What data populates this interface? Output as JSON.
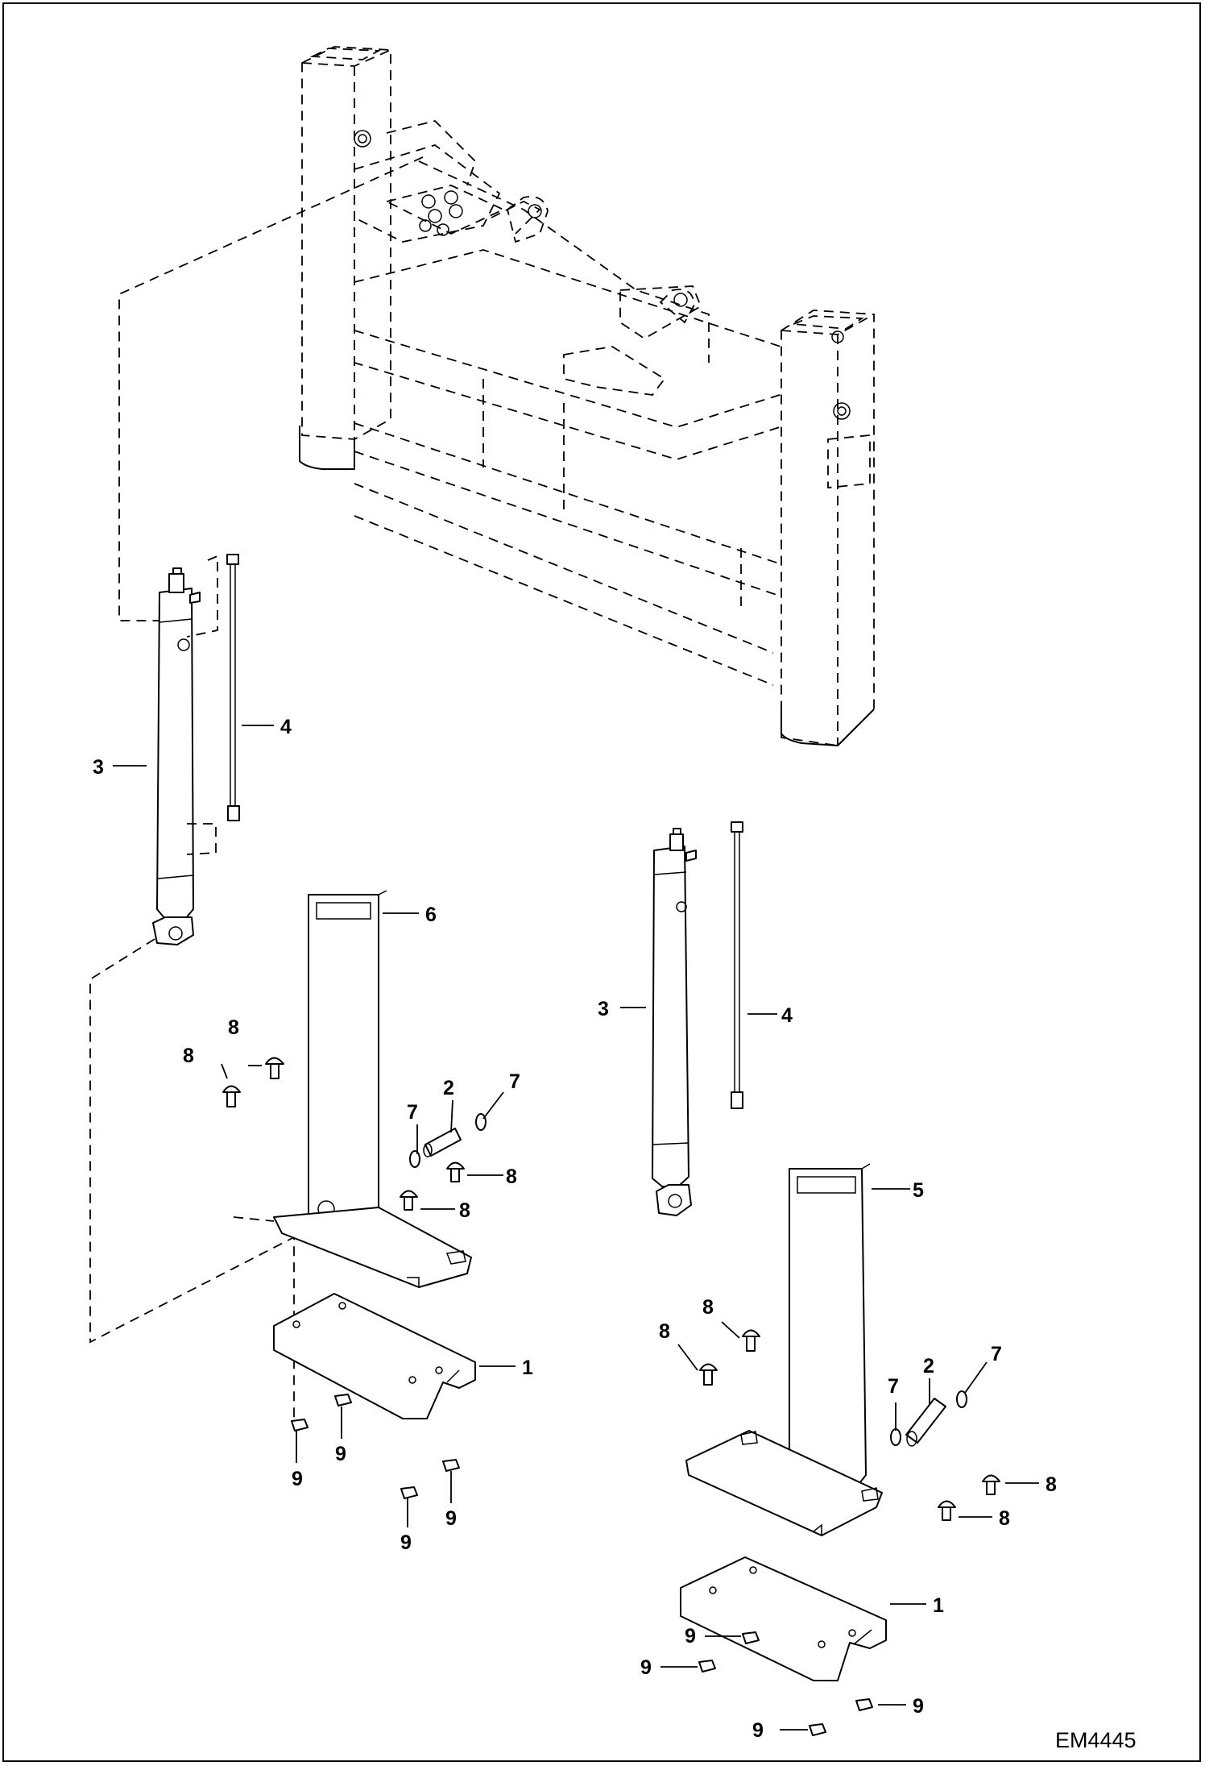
{
  "drawing": {
    "id": "EM4445"
  },
  "callouts": {
    "c1a": "1",
    "c1b": "1",
    "c2a": "2",
    "c2b": "2",
    "c3a": "3",
    "c3b": "3",
    "c4a": "4",
    "c4b": "4",
    "c5": "5",
    "c6": "6",
    "c7a": "7",
    "c7b": "7",
    "c7c": "7",
    "c7d": "7",
    "c8a": "8",
    "c8b": "8",
    "c8c": "8",
    "c8d": "8",
    "c8e": "8",
    "c8f": "8",
    "c8g": "8",
    "c8h": "8",
    "c9a": "9",
    "c9b": "9",
    "c9c": "9",
    "c9d": "9",
    "c9e": "9",
    "c9f": "9",
    "c9g": "9",
    "c9h": "9"
  }
}
